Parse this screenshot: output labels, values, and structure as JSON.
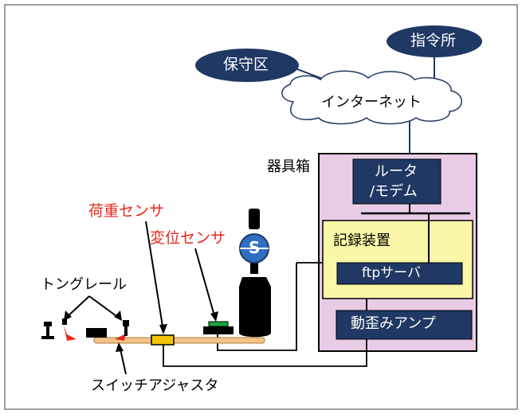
{
  "labels": {
    "hoshuku": "保守区",
    "shireisho": "指令所",
    "internet": "インターネット",
    "kiguhako": "器具箱",
    "router_line1": "ルータ",
    "router_line2": "/モデム",
    "recorder": "記録装置",
    "ftp": "ftpサーバ",
    "amp": "動歪みアンプ",
    "load_sensor": "荷重センサ",
    "disp_sensor": "変位センサ",
    "tongue_rail": "トングレール",
    "switch_adjuster": "スイッチアジャスタ",
    "signal_letter": "S"
  },
  "colors": {
    "navy": "#1f3864",
    "red_text": "#e8291c",
    "pink_box": "#e8cce6",
    "yellow_box": "#fbf7a8"
  }
}
